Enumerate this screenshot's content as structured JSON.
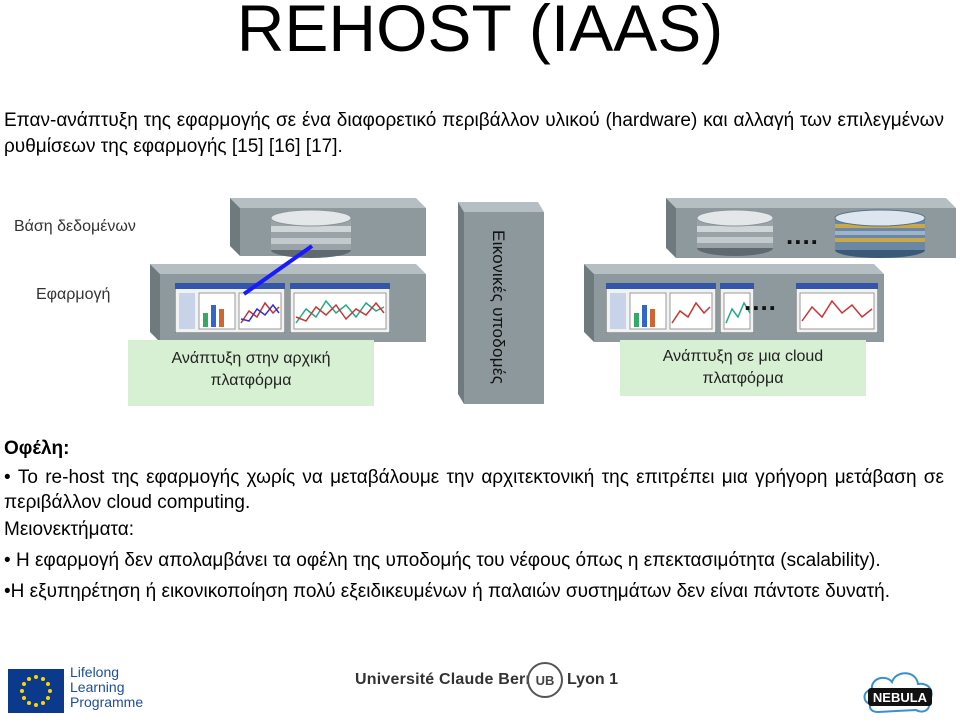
{
  "title": "REHOST (IAAS)",
  "intro": "Επαν-ανάπτυξη της εφαρμογής σε ένα διαφορετικό περιβάλλον υλικού (hardware) και αλλαγή των επιλεγμένων ρυθμίσεων της εφαρμογής [15] [16] [17].",
  "diagram": {
    "label_database": "Βάση δεδομένων",
    "label_application": "Εφαρμογή",
    "box_left": "Ανάπτυξη στην αρχική πλατφόρμα",
    "box_right": "Ανάπτυξη σε μια cloud πλατφόρμα",
    "virtual_infra": "Εικονικές υποδομές",
    "ellipsis_top": "....",
    "ellipsis_bottom": "...."
  },
  "benefits": {
    "heading": "Οφέλη:",
    "items": [
      "To re-host της εφαρμογής χωρίς να μεταβάλουμε την αρχιτεκτονική της επιτρέπει μια γρήγορη μετάβαση σε περιβάλλον cloud computing."
    ]
  },
  "drawbacks": {
    "heading": "Μειονεκτήματα",
    "heading_suffix": ":",
    "items": [
      "Η εφαρμογή δεν απολαμβάνει τα οφέλη της υποδομής του νέφους όπως η επεκτασιμότητα (scalability).",
      "Η εξυπηρέτηση ή εικονικοποίηση πολύ εξειδικευμένων ή παλαιών συστημάτων δεν είναι πάντοτε δυνατή."
    ]
  },
  "footer": {
    "lll_line1": "Lifelong",
    "lll_line2": "Learning",
    "lll_line3": "Programme",
    "university": "Université Claude Bernard",
    "univ_logo": "UB",
    "lyon": "Lyon 1",
    "nebula": "NEBULA"
  },
  "colors": {
    "green_box": "#d7efd2",
    "platform_gray": "#8c979c",
    "link_blue": "#1a1aff",
    "eu_blue": "#0b3a8c",
    "eu_star": "#ffd500"
  },
  "icons": [
    "database-icon",
    "app-window-icon",
    "eu-flag-icon",
    "nebula-cloud-icon"
  ]
}
